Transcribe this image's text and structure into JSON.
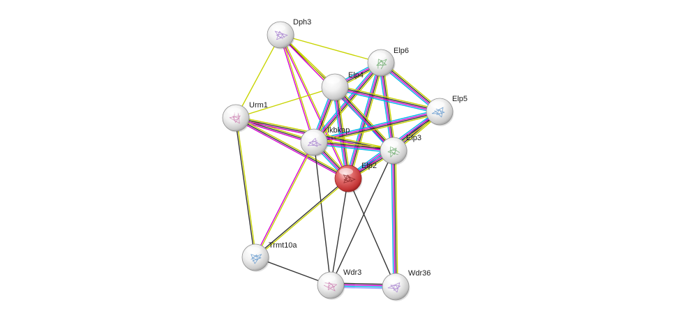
{
  "network": {
    "query_protein": "Elp2",
    "nodes": [
      {
        "id": "Dph3",
        "label": "Dph3",
        "query": false,
        "structure": true
      },
      {
        "id": "Elp6",
        "label": "Elp6",
        "query": false,
        "structure": true
      },
      {
        "id": "Elp4",
        "label": "Elp4",
        "query": false,
        "structure": false
      },
      {
        "id": "Elp5",
        "label": "Elp5",
        "query": false,
        "structure": true
      },
      {
        "id": "Urm1",
        "label": "Urm1",
        "query": false,
        "structure": true
      },
      {
        "id": "Ikbkap",
        "label": "Ikbkap",
        "query": false,
        "structure": true
      },
      {
        "id": "Elp3",
        "label": "Elp3",
        "query": false,
        "structure": true
      },
      {
        "id": "Elp2",
        "label": "Elp2",
        "query": true,
        "structure": true
      },
      {
        "id": "Trmt10a",
        "label": "Trmt10a",
        "query": false,
        "structure": true
      },
      {
        "id": "Wdr3",
        "label": "Wdr3",
        "query": false,
        "structure": true
      },
      {
        "id": "Wdr36",
        "label": "Wdr36",
        "query": false,
        "structure": true
      }
    ],
    "evidence_colors": {
      "textmining": "#c8d400",
      "coexpression": "#333333",
      "experiments": "#d400d4",
      "databases": "#00b4e6",
      "homology": "#9a9aff",
      "neighborhood": "#2db84c"
    },
    "edges": [
      {
        "source": "Dph3",
        "target": "Urm1",
        "evidence": [
          "textmining"
        ]
      },
      {
        "source": "Dph3",
        "target": "Elp6",
        "evidence": [
          "textmining"
        ]
      },
      {
        "source": "Dph3",
        "target": "Elp4",
        "evidence": [
          "textmining",
          "coexpression"
        ]
      },
      {
        "source": "Dph3",
        "target": "Ikbkap",
        "evidence": [
          "textmining",
          "experiments"
        ]
      },
      {
        "source": "Dph3",
        "target": "Elp2",
        "evidence": [
          "textmining",
          "experiments"
        ]
      },
      {
        "source": "Dph3",
        "target": "Elp3",
        "evidence": [
          "textmining",
          "experiments"
        ]
      },
      {
        "source": "Elp6",
        "target": "Elp4",
        "evidence": [
          "textmining",
          "coexpression",
          "experiments",
          "databases"
        ]
      },
      {
        "source": "Elp6",
        "target": "Elp5",
        "evidence": [
          "textmining",
          "coexpression",
          "experiments",
          "databases"
        ]
      },
      {
        "source": "Elp6",
        "target": "Ikbkap",
        "evidence": [
          "textmining",
          "coexpression",
          "experiments",
          "databases"
        ]
      },
      {
        "source": "Elp6",
        "target": "Elp3",
        "evidence": [
          "textmining",
          "coexpression",
          "experiments",
          "databases"
        ]
      },
      {
        "source": "Elp6",
        "target": "Elp2",
        "evidence": [
          "textmining",
          "coexpression",
          "experiments",
          "databases"
        ]
      },
      {
        "source": "Elp4",
        "target": "Elp5",
        "evidence": [
          "textmining",
          "coexpression",
          "experiments",
          "databases"
        ]
      },
      {
        "source": "Elp4",
        "target": "Ikbkap",
        "evidence": [
          "textmining",
          "coexpression",
          "experiments",
          "databases"
        ]
      },
      {
        "source": "Elp4",
        "target": "Elp3",
        "evidence": [
          "textmining",
          "coexpression",
          "experiments",
          "databases"
        ]
      },
      {
        "source": "Elp4",
        "target": "Elp2",
        "evidence": [
          "textmining",
          "coexpression",
          "experiments",
          "databases"
        ]
      },
      {
        "source": "Elp4",
        "target": "Urm1",
        "evidence": [
          "textmining"
        ]
      },
      {
        "source": "Elp5",
        "target": "Ikbkap",
        "evidence": [
          "textmining",
          "coexpression",
          "experiments",
          "databases"
        ]
      },
      {
        "source": "Elp5",
        "target": "Elp3",
        "evidence": [
          "textmining",
          "coexpression",
          "experiments",
          "databases"
        ]
      },
      {
        "source": "Elp5",
        "target": "Elp2",
        "evidence": [
          "textmining",
          "coexpression",
          "experiments",
          "databases"
        ]
      },
      {
        "source": "Urm1",
        "target": "Ikbkap",
        "evidence": [
          "textmining",
          "coexpression",
          "experiments"
        ]
      },
      {
        "source": "Urm1",
        "target": "Elp3",
        "evidence": [
          "textmining",
          "coexpression",
          "experiments"
        ]
      },
      {
        "source": "Urm1",
        "target": "Elp2",
        "evidence": [
          "textmining",
          "coexpression",
          "experiments"
        ]
      },
      {
        "source": "Urm1",
        "target": "Trmt10a",
        "evidence": [
          "textmining",
          "coexpression"
        ]
      },
      {
        "source": "Ikbkap",
        "target": "Elp3",
        "evidence": [
          "textmining",
          "coexpression",
          "experiments",
          "databases"
        ]
      },
      {
        "source": "Ikbkap",
        "target": "Elp2",
        "evidence": [
          "textmining",
          "coexpression",
          "experiments",
          "databases"
        ]
      },
      {
        "source": "Ikbkap",
        "target": "Trmt10a",
        "evidence": [
          "textmining",
          "experiments"
        ]
      },
      {
        "source": "Ikbkap",
        "target": "Wdr3",
        "evidence": [
          "coexpression"
        ]
      },
      {
        "source": "Elp3",
        "target": "Elp2",
        "evidence": [
          "textmining",
          "coexpression",
          "experiments",
          "databases"
        ]
      },
      {
        "source": "Elp3",
        "target": "Wdr36",
        "evidence": [
          "textmining",
          "coexpression",
          "experiments",
          "databases"
        ]
      },
      {
        "source": "Elp3",
        "target": "Wdr3",
        "evidence": [
          "coexpression"
        ]
      },
      {
        "source": "Elp2",
        "target": "Trmt10a",
        "evidence": [
          "textmining",
          "coexpression"
        ]
      },
      {
        "source": "Elp2",
        "target": "Wdr3",
        "evidence": [
          "coexpression"
        ]
      },
      {
        "source": "Elp2",
        "target": "Wdr36",
        "evidence": [
          "coexpression"
        ]
      },
      {
        "source": "Trmt10a",
        "target": "Wdr3",
        "evidence": [
          "coexpression"
        ]
      },
      {
        "source": "Wdr3",
        "target": "Wdr36",
        "evidence": [
          "coexpression",
          "experiments",
          "databases",
          "homology"
        ]
      }
    ]
  }
}
